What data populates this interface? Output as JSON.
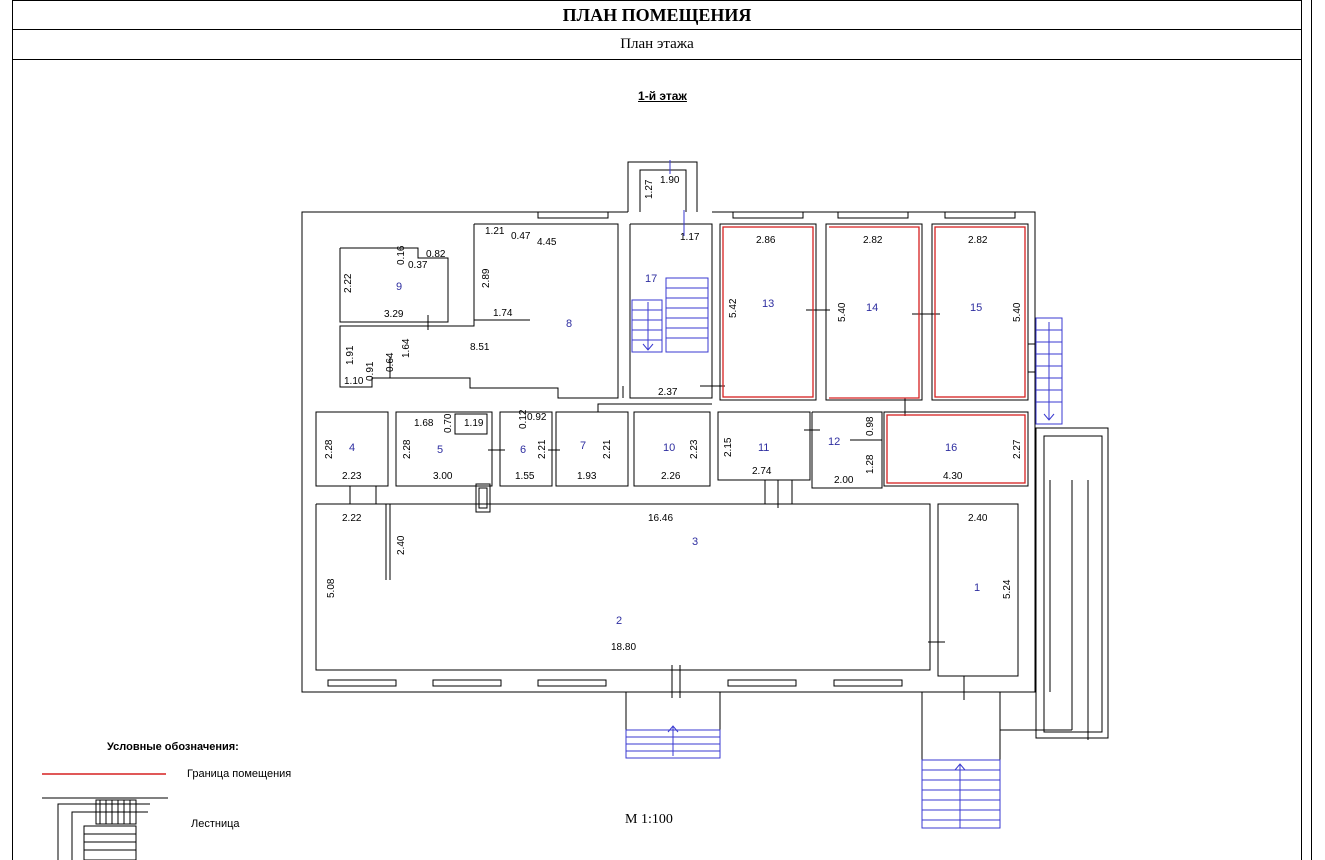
{
  "header": {
    "title": "ПЛАН ПОМЕЩЕНИЯ",
    "subtitle": "План этажа"
  },
  "floor_label": "1-й этаж",
  "scale": "М 1:100",
  "legend": {
    "title": "Условные обозначения:",
    "boundary": "Граница помещения",
    "stairs": "Лестница"
  },
  "colors": {
    "boundary": "#d62020",
    "stairs": "#3a3ad0",
    "room_number": "#2e2ea0"
  },
  "rooms": [
    "1",
    "2",
    "3",
    "4",
    "5",
    "6",
    "7",
    "8",
    "9",
    "10",
    "11",
    "12",
    "13",
    "14",
    "15",
    "16",
    "17"
  ],
  "dims": {
    "d_190": "1.90",
    "d_127": "1.27",
    "d_117": "1.17",
    "d_121": "1.21",
    "d_047": "0.47",
    "d_445": "4.45",
    "d_289": "2.89",
    "d_174": "1.74",
    "d_851": "8.51",
    "d_016": "0.16",
    "d_037": "0.37",
    "d_082": "0.82",
    "d_222a": "2.22",
    "d_329": "3.29",
    "d_191": "1.91",
    "d_091": "0.91",
    "d_110": "1.10",
    "d_164": "1.64",
    "d_064": "0.64",
    "d_286": "2.86",
    "d_542": "5.42",
    "d_282a": "2.82",
    "d_540a": "5.40",
    "d_282b": "2.82",
    "d_540b": "5.40",
    "d_237": "2.37",
    "d_228a": "2.28",
    "d_223": "2.23",
    "d_168": "1.68",
    "d_070": "0.70",
    "d_119": "1.19",
    "d_228b": "2.28",
    "d_300": "3.00",
    "d_012": "0.12",
    "d_092": "0.92",
    "d_221a": "2.21",
    "d_155": "1.55",
    "d_221b": "2.21",
    "d_193": "1.93",
    "d_223b": "2.23",
    "d_226": "2.26",
    "d_215": "2.15",
    "d_274": "2.74",
    "d_098": "0.98",
    "d_128": "1.28",
    "d_200": "2.00",
    "d_227": "2.27",
    "d_430": "4.30",
    "d_222b": "2.22",
    "d_240a": "2.40",
    "d_508": "5.08",
    "d_1646": "16.46",
    "d_1880": "18.80",
    "d_240b": "2.40",
    "d_524": "5.24"
  }
}
